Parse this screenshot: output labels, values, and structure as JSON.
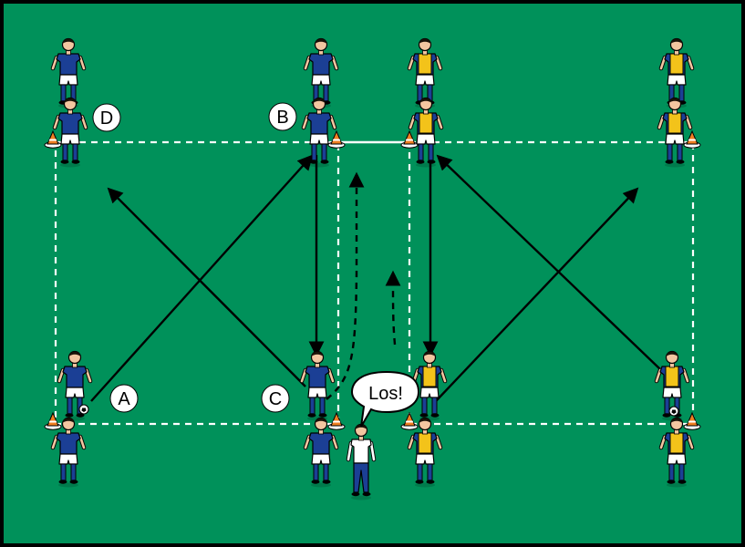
{
  "colors": {
    "pitch": "#00915a",
    "border": "#000000",
    "line": "#ffffff",
    "arrow": "#000000",
    "team_a_shirt": "#1b3f95",
    "team_b_shirt": "#f3c31a",
    "shorts": "#ffffff",
    "socks": "#1b3f95",
    "skin": "#f3c6a0",
    "hair": "#1a1208",
    "cone": "#f07f22",
    "coach_shirt": "#ffffff",
    "coach_trousers": "#1b3f95"
  },
  "icons": {
    "player": "player-figure-icon",
    "cone": "cone-icon",
    "ball": "soccer-ball-icon",
    "coach": "coach-figure-icon"
  },
  "labels": {
    "a": "A",
    "b": "B",
    "c": "C",
    "d": "D"
  },
  "speech_bubble": {
    "text": "Los!"
  }
}
